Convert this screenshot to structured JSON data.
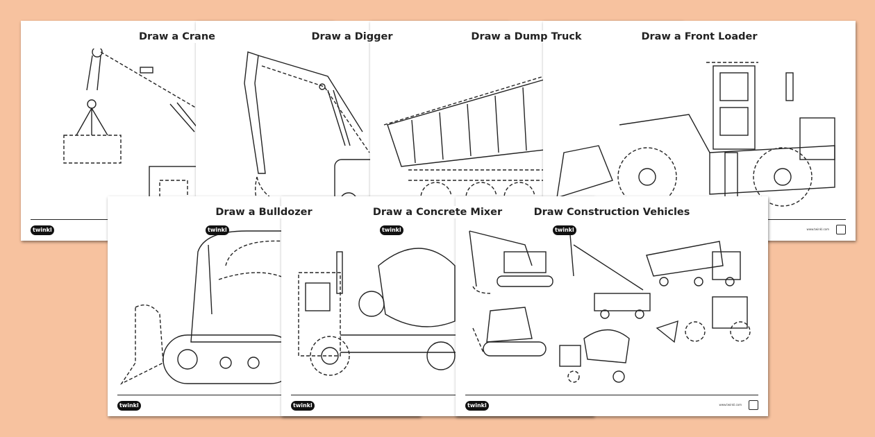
{
  "background_color": "#f7c29f",
  "brand": {
    "logo_text": "twinkl",
    "site": "www.twinkl.com"
  },
  "pages": [
    {
      "title": "Draw a Crane"
    },
    {
      "title": "Draw a Digger"
    },
    {
      "title": "Draw a Dump Truck"
    },
    {
      "title": "Draw a Front Loader"
    },
    {
      "title": "Draw a Bulldozer"
    },
    {
      "title": "Draw a Concrete Mixer"
    },
    {
      "title": "Draw Construction Vehicles"
    }
  ]
}
